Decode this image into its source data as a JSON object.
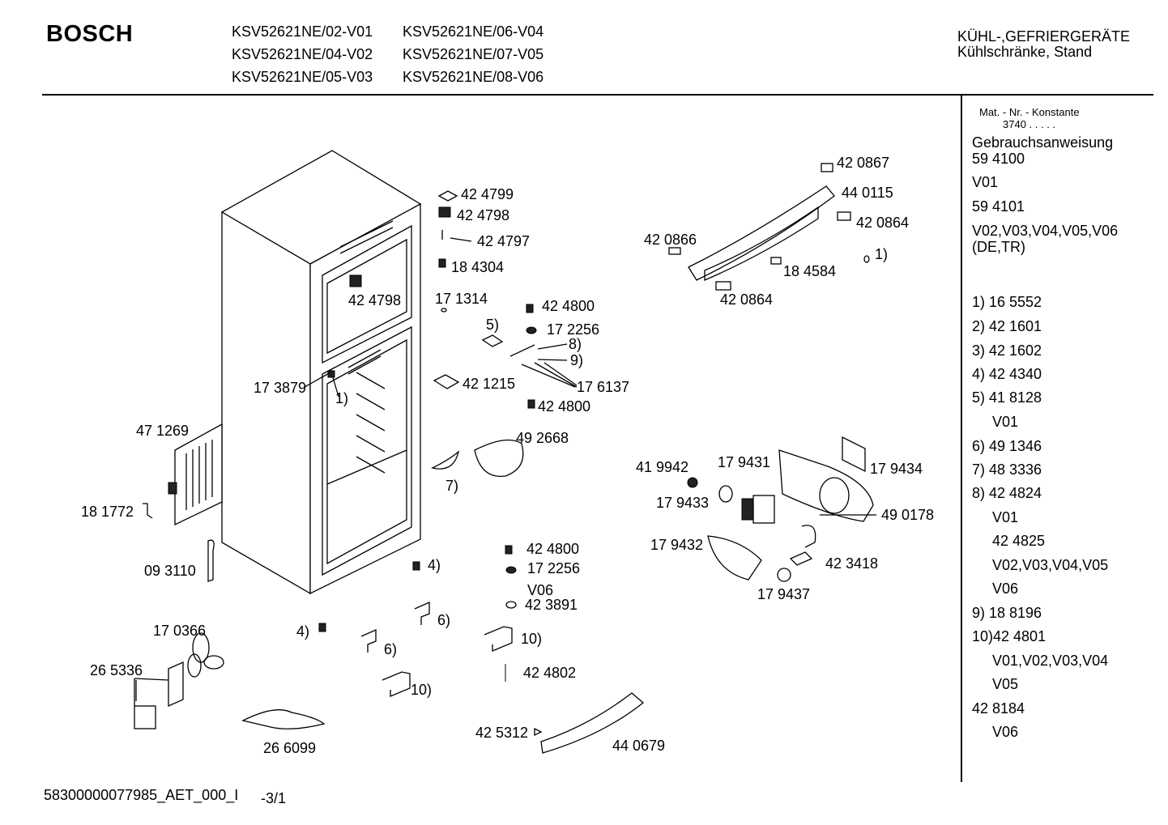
{
  "header": {
    "brand": "BOSCH",
    "models": [
      "KSV52621NE/02-V01",
      "KSV52621NE/04-V02",
      "KSV52621NE/05-V03",
      "KSV52621NE/06-V04",
      "KSV52621NE/07-V05",
      "KSV52621NE/08-V06"
    ],
    "category_line1": "KÜHL-,GEFRIERGERÄTE",
    "category_line2": "Kühlschränke, Stand"
  },
  "sidebar": {
    "mat_label": "Mat. - Nr. - Konstante",
    "mat_value": "3740 . . . . .",
    "manual_label": "Gebrauchsanweisung",
    "lines": [
      "59 4100",
      "V01",
      "59 4101",
      "V02,V03,V04,V05,V06",
      "(DE,TR)",
      "1) 16 5552",
      "2) 42 1601",
      "3) 42 1602",
      "4) 42 4340",
      "5) 41 8128",
      "V01",
      "6) 49 1346",
      "7) 48 3336",
      "8) 42 4824",
      "V01",
      "42 4825",
      "V02,V03,V04,V05",
      "V06",
      "9) 18 8196",
      "10)42 4801",
      "V01,V02,V03,V04",
      "V05",
      "42 8184",
      "V06"
    ]
  },
  "parts": [
    "42 4799",
    "42 4798",
    "42 4797",
    "18 4304",
    "42 4798",
    "17 1314",
    "42 4800",
    "5)",
    "17 2256",
    "8)",
    "9)",
    "17 6137",
    "17 3879",
    "1)",
    "42 1215",
    "42 4800",
    "47 1269",
    "49 2668",
    "7)",
    "18 1772",
    "09 3110",
    "4)",
    "42 4800",
    "17 2256",
    "V06",
    "42 3891",
    "6)",
    "17 0366",
    "4)",
    "6)",
    "10)",
    "26 5336",
    "42 4802",
    "10)",
    "26 6099",
    "42 5312",
    "44 0679",
    "42 0867",
    "44 0115",
    "42 0864",
    "42 0866",
    "1)",
    "18 4584",
    "42 0864",
    "17 9434",
    "41 9942",
    "17 9431",
    "17 9433",
    "49 0178",
    "17 9432",
    "42 3418",
    "17 9437"
  ],
  "footer": {
    "doc_id": "58300000077985_AET_000_I",
    "page": "-3/1"
  }
}
